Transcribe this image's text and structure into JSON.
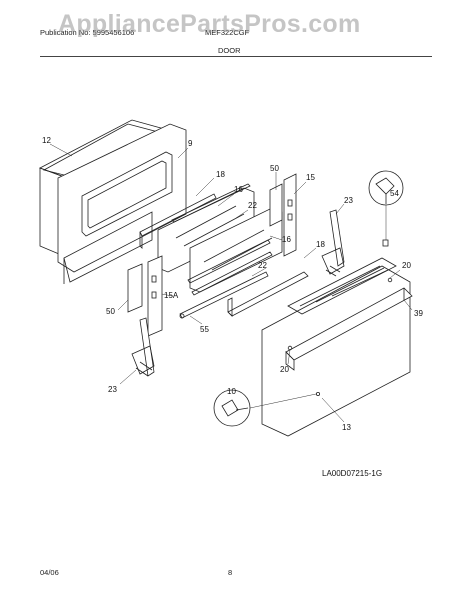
{
  "header": {
    "publication": "Publication No: 5995456106",
    "model": "MEF322CGF",
    "watermark": "AppliancePartsPros.com",
    "section_title": "DOOR"
  },
  "callouts": [
    "12",
    "9",
    "18",
    "16",
    "22",
    "50",
    "15",
    "54",
    "23",
    "16",
    "18",
    "22",
    "20",
    "15A",
    "50",
    "55",
    "39",
    "20",
    "23",
    "10",
    "13"
  ],
  "diagram_code": "LA00D07215-1G",
  "footer": {
    "date": "04/06",
    "page": "8"
  }
}
